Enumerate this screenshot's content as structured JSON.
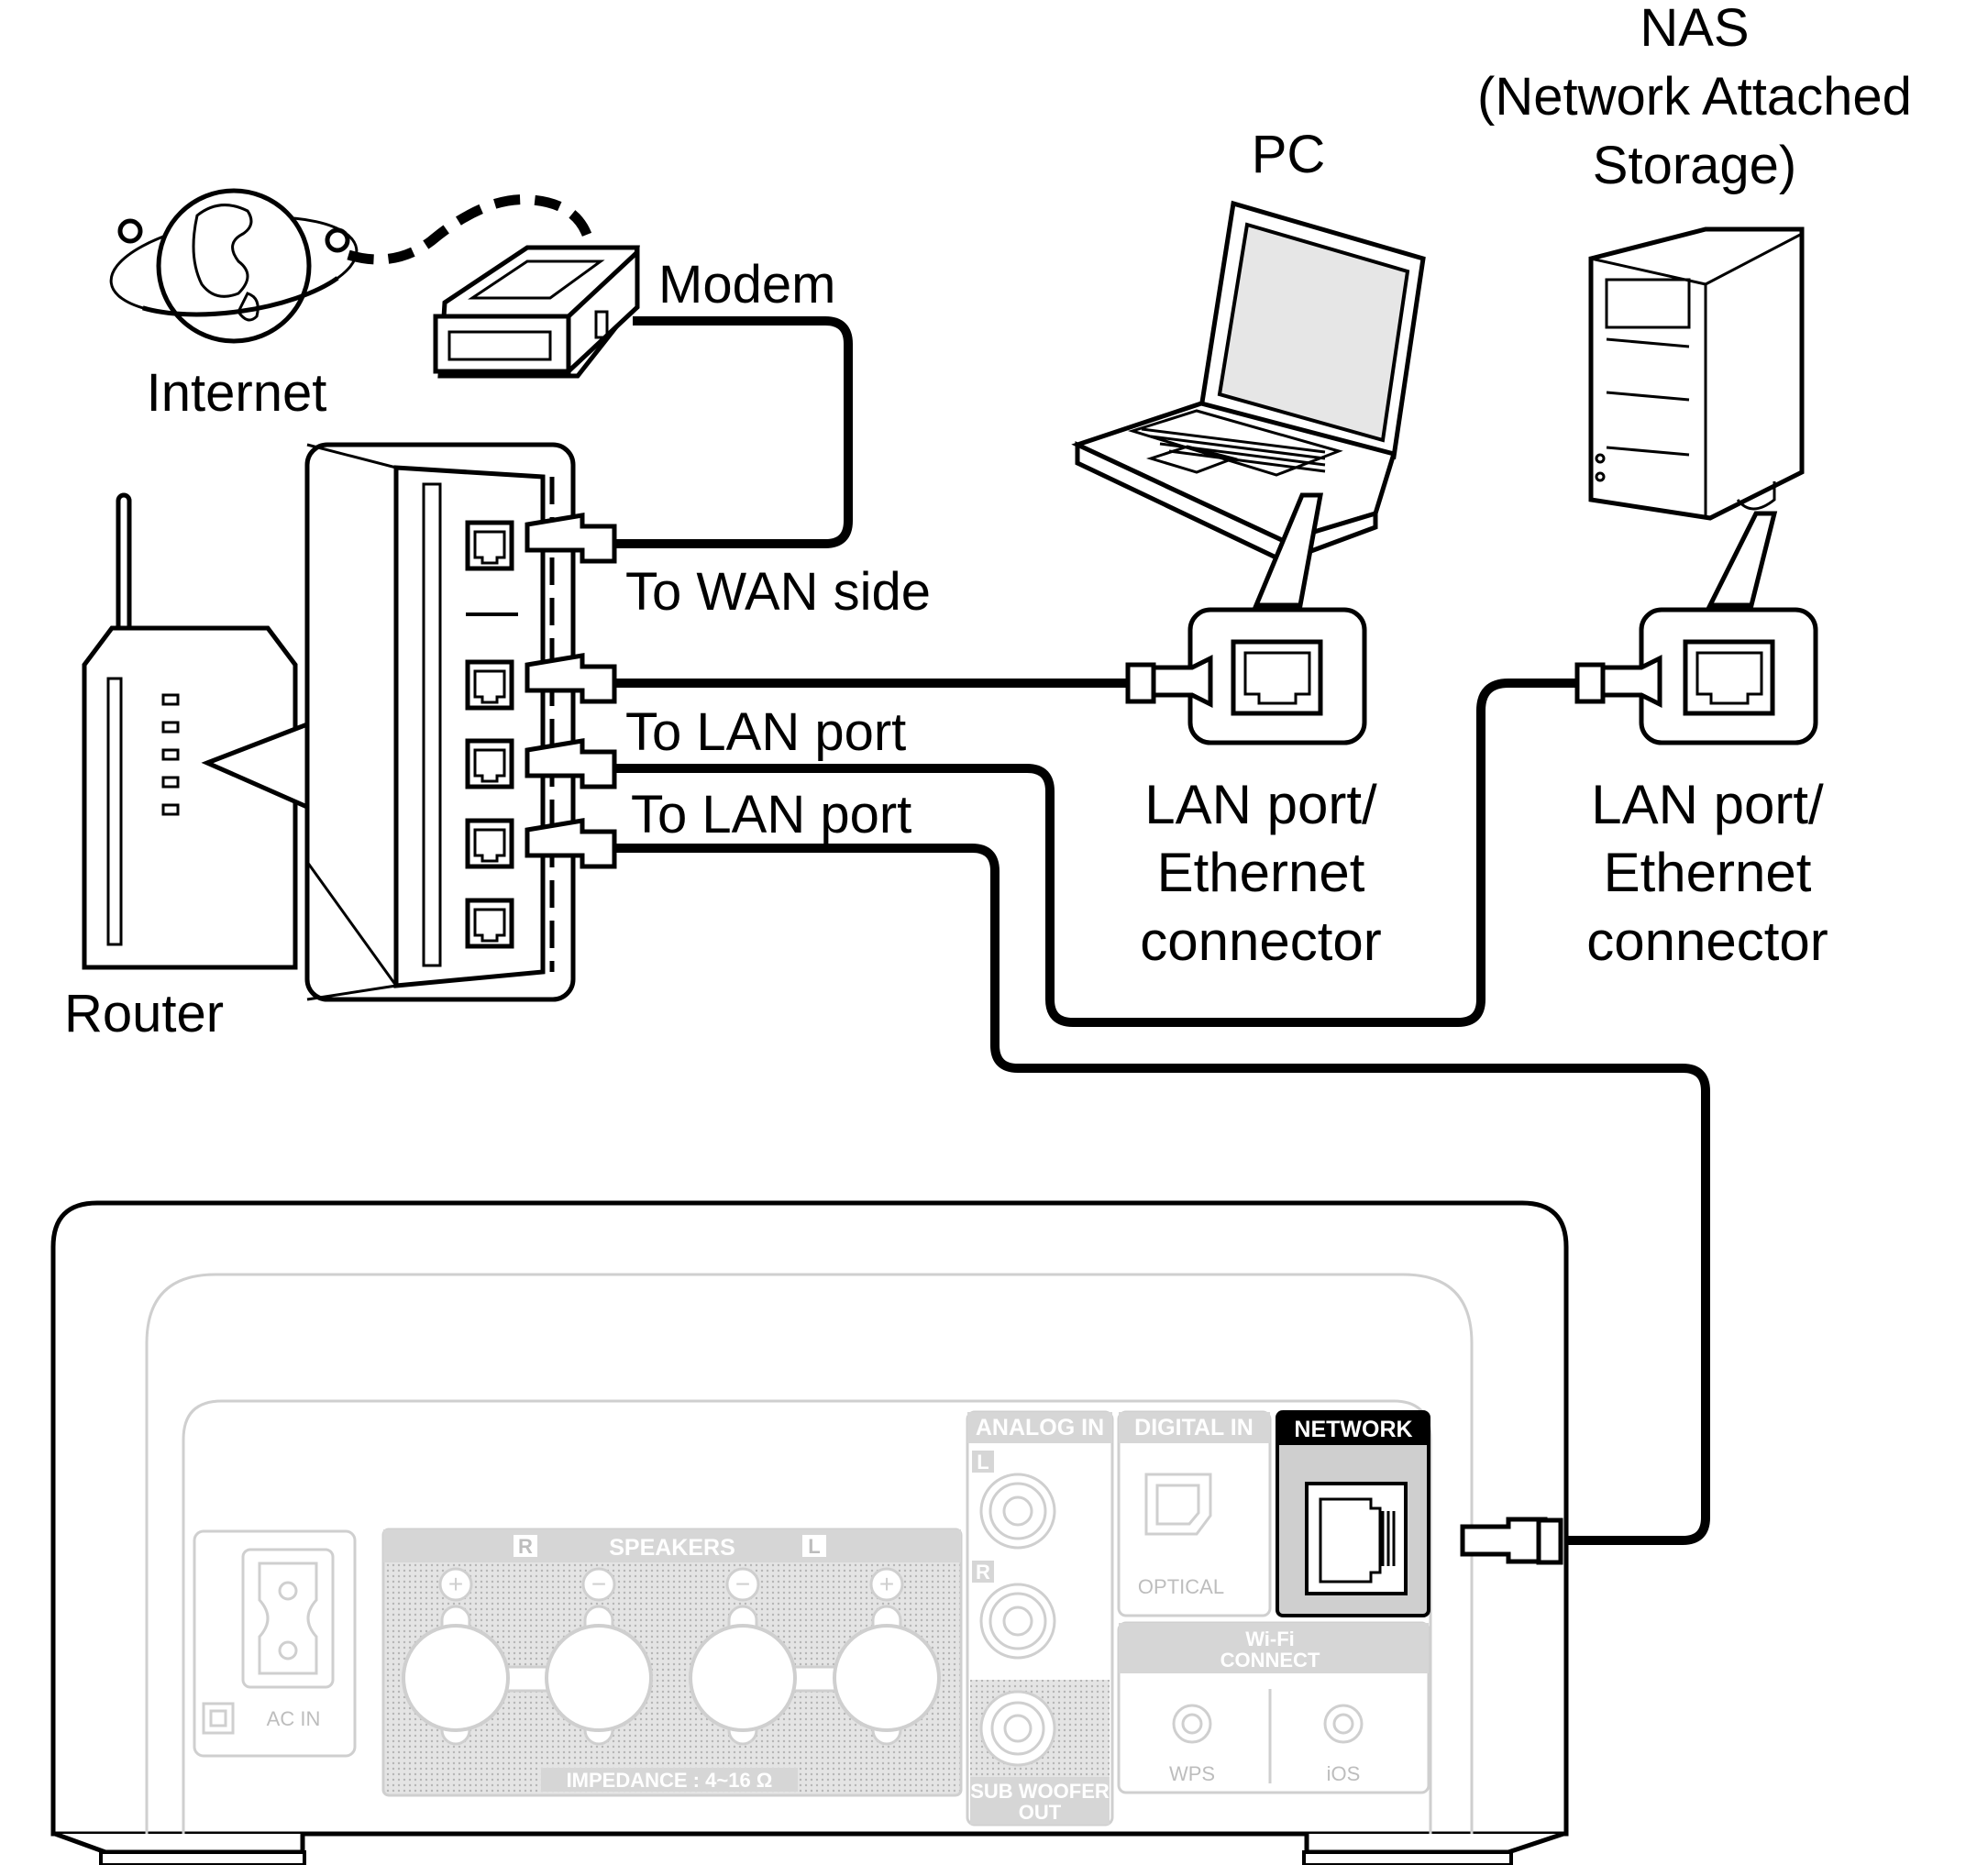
{
  "labels": {
    "internet": "Internet",
    "modem": "Modem",
    "router": "Router",
    "pc": "PC",
    "nas_line1": "NAS",
    "nas_line2": "(Network Attached",
    "nas_line3": "Storage)",
    "to_wan": "To WAN side",
    "to_lan_1": "To LAN port",
    "to_lan_2": "To LAN port",
    "pc_port_line1": "LAN port/",
    "pc_port_line2": "Ethernet",
    "pc_port_line3": "connector",
    "nas_port_line1": "LAN port/",
    "nas_port_line2": "Ethernet",
    "nas_port_line3": "connector"
  },
  "rear_panel": {
    "analog_in": "ANALOG IN",
    "digital_in": "DIGITAL IN",
    "network": "NETWORK",
    "speakers": "SPEAKERS",
    "speaker_r": "R",
    "speaker_l": "L",
    "analog_l": "L",
    "analog_r": "R",
    "impedance": "IMPEDANCE : 4~16 Ω",
    "optical": "OPTICAL",
    "wifi_line1": "Wi-Fi",
    "wifi_line2": "CONNECT",
    "wps": "WPS",
    "ios": "iOS",
    "sub_line1": "SUB WOOFER",
    "sub_line2": "OUT",
    "ac_in": "AC IN",
    "plus": "+",
    "minus": "−"
  },
  "colors": {
    "line": "#000000",
    "panel_grey": "#d6d6d6",
    "network_bg": "#cfcfcf"
  },
  "icons": [
    "globe-icon",
    "modem-icon",
    "router-icon",
    "laptop-icon",
    "nas-tower-icon",
    "ethernet-plug-icon",
    "rj45-port-icon"
  ]
}
